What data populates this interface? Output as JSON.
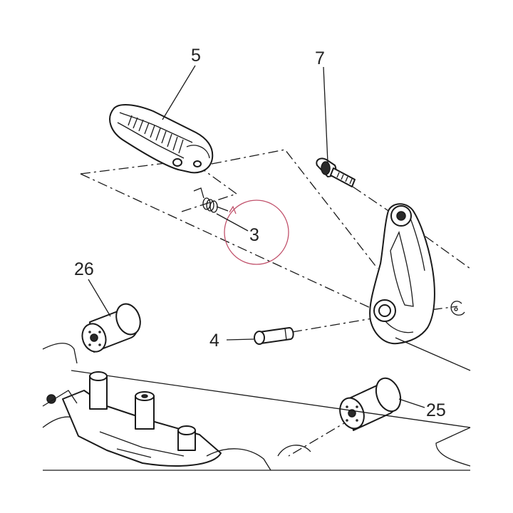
{
  "callouts": [
    {
      "id": "5",
      "label": "5"
    },
    {
      "id": "7",
      "label": "7"
    },
    {
      "id": "3",
      "label": "3"
    },
    {
      "id": "26",
      "label": "26"
    },
    {
      "id": "4",
      "label": "4"
    },
    {
      "id": "25",
      "label": "25"
    }
  ],
  "highlight_color": "#c0506a",
  "line_color": "#1a1a1a"
}
